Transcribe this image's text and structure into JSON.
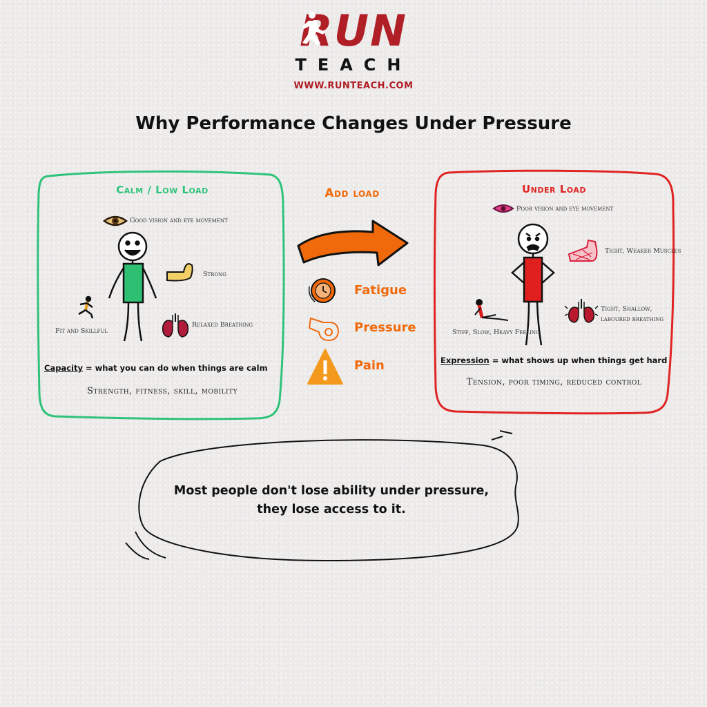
{
  "brand": {
    "logo_run": "RUN",
    "logo_teach": "TEACH",
    "url": "WWW.RUNTEACH.COM",
    "accent_color": "#b01e26"
  },
  "title": "Why Performance Changes Under Pressure",
  "left_panel": {
    "title": "Calm / Low Load",
    "border_color": "#2fc27a",
    "labels": {
      "vision": "Good vision and eye movement",
      "strong": "Strong",
      "fit": "Fit and Skillful",
      "breathing": "Relaxed Breathing"
    },
    "definition_term": "Capacity",
    "definition_text": " = what you can do when things are calm",
    "summary": "Strength, fitness, skill, mobility"
  },
  "middle": {
    "title": "Add load",
    "color": "#f06a0c",
    "items": [
      {
        "label": "Fatigue",
        "icon": "clock-icon"
      },
      {
        "label": "Pressure",
        "icon": "whistle-icon"
      },
      {
        "label": "Pain",
        "icon": "warning-icon"
      }
    ]
  },
  "right_panel": {
    "title": "Under Load",
    "border_color": "#e02424",
    "labels": {
      "vision": "Poor vision and eye movement",
      "muscles": "Tight, Weaker Muscles",
      "stiff": "Stiff, Slow, Heavy Feeling",
      "breathing_line1": "Tight, Shallow,",
      "breathing_line2": "laboured breathing"
    },
    "definition_term": "Expression",
    "definition_text": " = what shows up when things get hard",
    "summary": "Tension, poor timing, reduced control"
  },
  "quote": {
    "line1": "Most people don't lose ability under pressure,",
    "line2": "they lose access to it."
  }
}
